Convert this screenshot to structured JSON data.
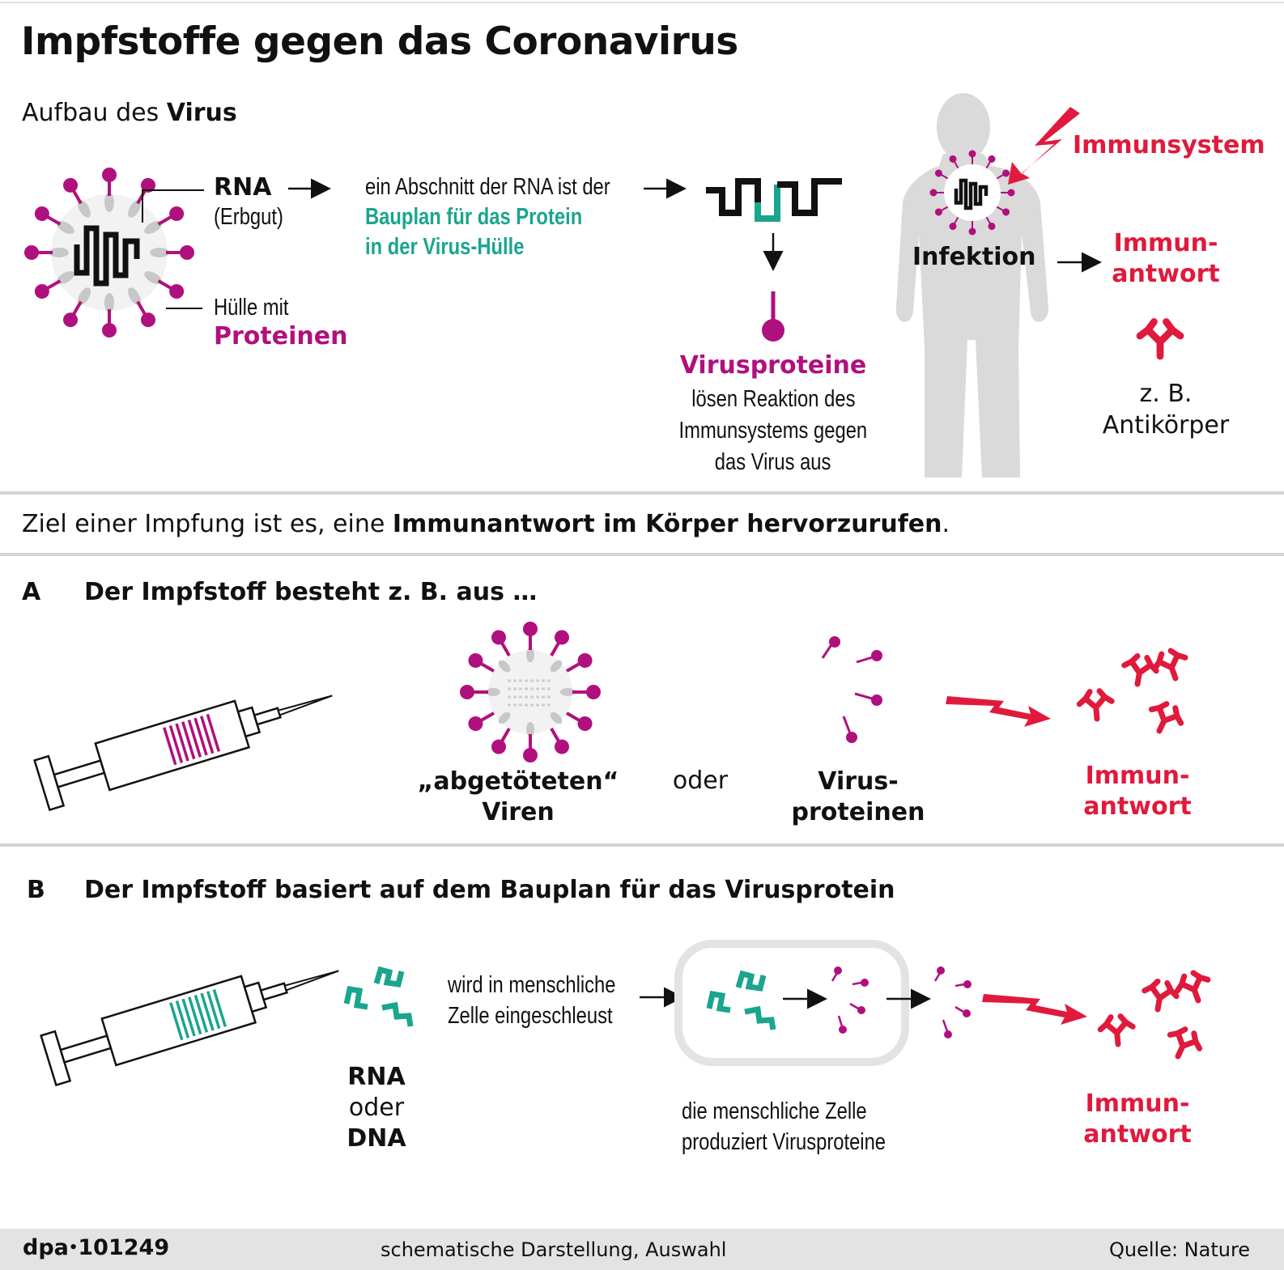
{
  "title": "Impfstoffe gegen das Coronavirus",
  "virus_section": {
    "heading_prefix": "Aufbau des ",
    "heading_bold": "Virus",
    "rna_label": "RNA",
    "rna_sub": "(Erbgut)",
    "huelle_label": "Hülle mit",
    "proteinen_label": "Proteinen",
    "abschnitt_line1": "ein Abschnitt der RNA ist der",
    "bauplan_line1": "Bauplan für das Protein",
    "bauplan_line2": "in der Virus-Hülle",
    "virusproteine_label": "Virusproteine",
    "reaction_line1": "lösen Reaktion des",
    "reaction_line2": "Immunsystems gegen",
    "reaction_line3": "das Virus aus",
    "immunsystem_label": "Immunsystem",
    "infektion_label": "Infektion",
    "immunantwort_line1": "Immun-",
    "immunantwort_line2": "antwort",
    "antikoerper_line1": "z. B.",
    "antikoerper_line2": "Antikörper"
  },
  "goal": {
    "prefix": "Ziel einer Impfung ist es, eine ",
    "bold": "Immunantwort im Körper hervorzurufen",
    "suffix": "."
  },
  "section_a": {
    "letter": "A",
    "heading": "Der Impfstoff besteht z. B. aus …",
    "viren_line1": "„abgetöteten“",
    "viren_line2": "Viren",
    "oder": "oder",
    "proteinen_line1": "Virus-",
    "proteinen_line2": "proteinen",
    "immun_line1": "Immun-",
    "immun_line2": "antwort"
  },
  "section_b": {
    "letter": "B",
    "heading": "Der Impfstoff basiert auf dem Bauplan für das Virusprotein",
    "rna_line1": "RNA",
    "rna_line2": "oder",
    "rna_line3": "DNA",
    "eingeschleust_line1": "wird in menschliche",
    "eingeschleust_line2": "Zelle eingeschleust",
    "zelle_line1": "die menschliche Zelle",
    "zelle_line2": "produziert Virusproteine",
    "immun_line1": "Immun-",
    "immun_line2": "antwort"
  },
  "footer": {
    "agency": "dpa",
    "bullet": "•",
    "number": "101249",
    "note": "schematische Darstellung, Auswahl",
    "source": "Quelle: Nature"
  },
  "colors": {
    "magenta": "#b0107e",
    "teal": "#1aa58e",
    "red": "#e01a3c",
    "grey_light": "#e6e6e6",
    "grey_figure": "#dadada",
    "text": "#111111"
  },
  "icons": [
    "virus-icon",
    "rna-strand-icon",
    "protein-spike-icon",
    "human-silhouette-icon",
    "lightning-icon",
    "antibody-icon",
    "syringe-icon",
    "cell-icon",
    "arrow-right-icon",
    "arrow-down-icon"
  ]
}
